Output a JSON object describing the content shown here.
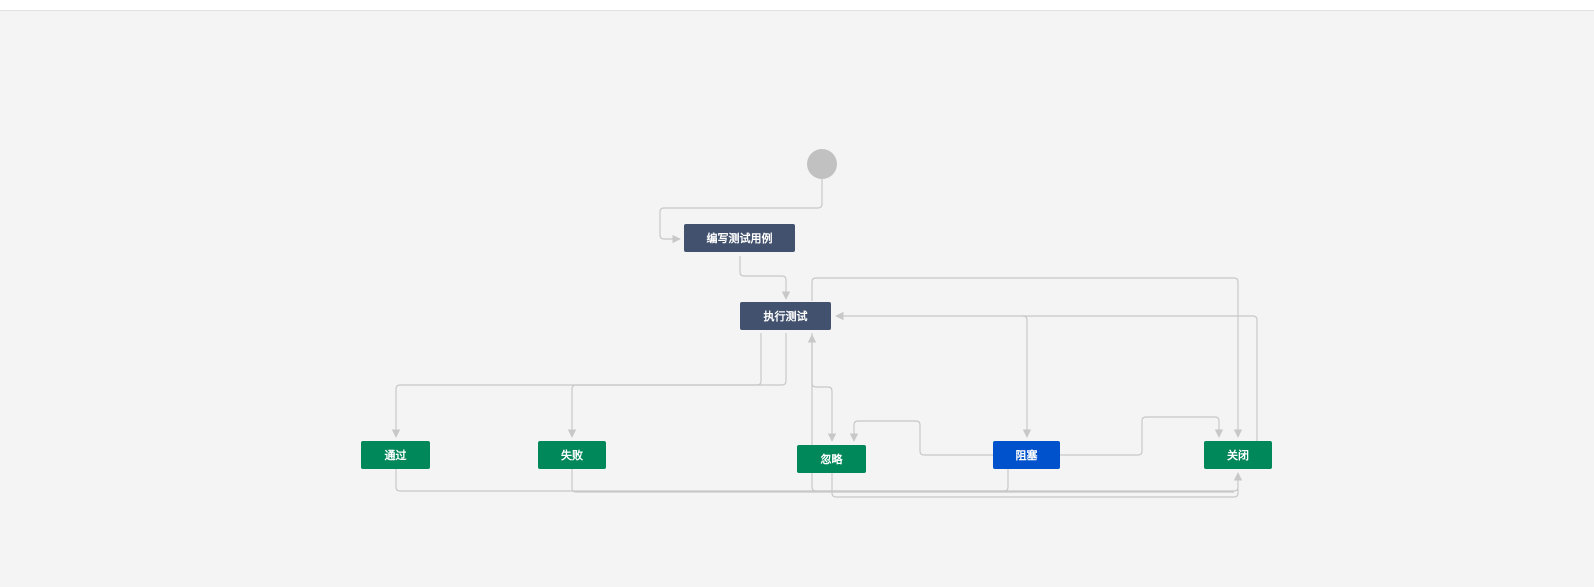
{
  "workflow": {
    "nodes": {
      "write_case": {
        "label": "编写测试用例",
        "color": "#42526e"
      },
      "execute": {
        "label": "执行测试",
        "color": "#42526e"
      },
      "pass": {
        "label": "通过",
        "color": "#00875a"
      },
      "fail": {
        "label": "失败",
        "color": "#00875a"
      },
      "ignore": {
        "label": "忽略",
        "color": "#00875a"
      },
      "blocked": {
        "label": "阻塞",
        "color": "#0052cc"
      },
      "close": {
        "label": "关闭",
        "color": "#00875a"
      }
    },
    "edge_color": "#c8c8c8"
  }
}
